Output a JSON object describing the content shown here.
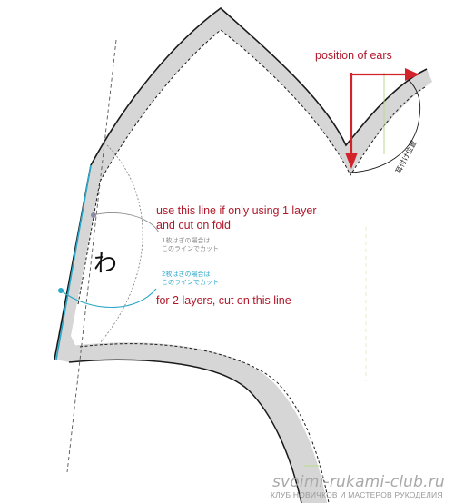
{
  "labels": {
    "ears": "position of ears",
    "single_layer_line1": "use this line if only using 1 layer",
    "single_layer_line2": "and cut on fold",
    "jp_single_line1": "1枚はぎの場合は",
    "jp_single_line2": "このラインでカット",
    "jp_double_line1": "2枚はぎの場合は",
    "jp_double_line2": "このラインでカット",
    "double_layer": "for 2 layers, cut on this line",
    "fold_mark": "わ",
    "ear_position_jp": "耳付け位置"
  },
  "watermark": {
    "logo": "svoimi-rukami-club.ru",
    "tagline": "КЛУБ НОВИЧКОВ И МАСТЕРОВ РУКОДЕЛИЯ"
  },
  "colors": {
    "seam_band": "#d6d6d6",
    "outline": "#1a1a1a",
    "annotation_red": "#b0172a",
    "arrow_red": "#d2232a",
    "blue_line": "#2aa7c9",
    "fold_line_green": "#b9d98a"
  }
}
